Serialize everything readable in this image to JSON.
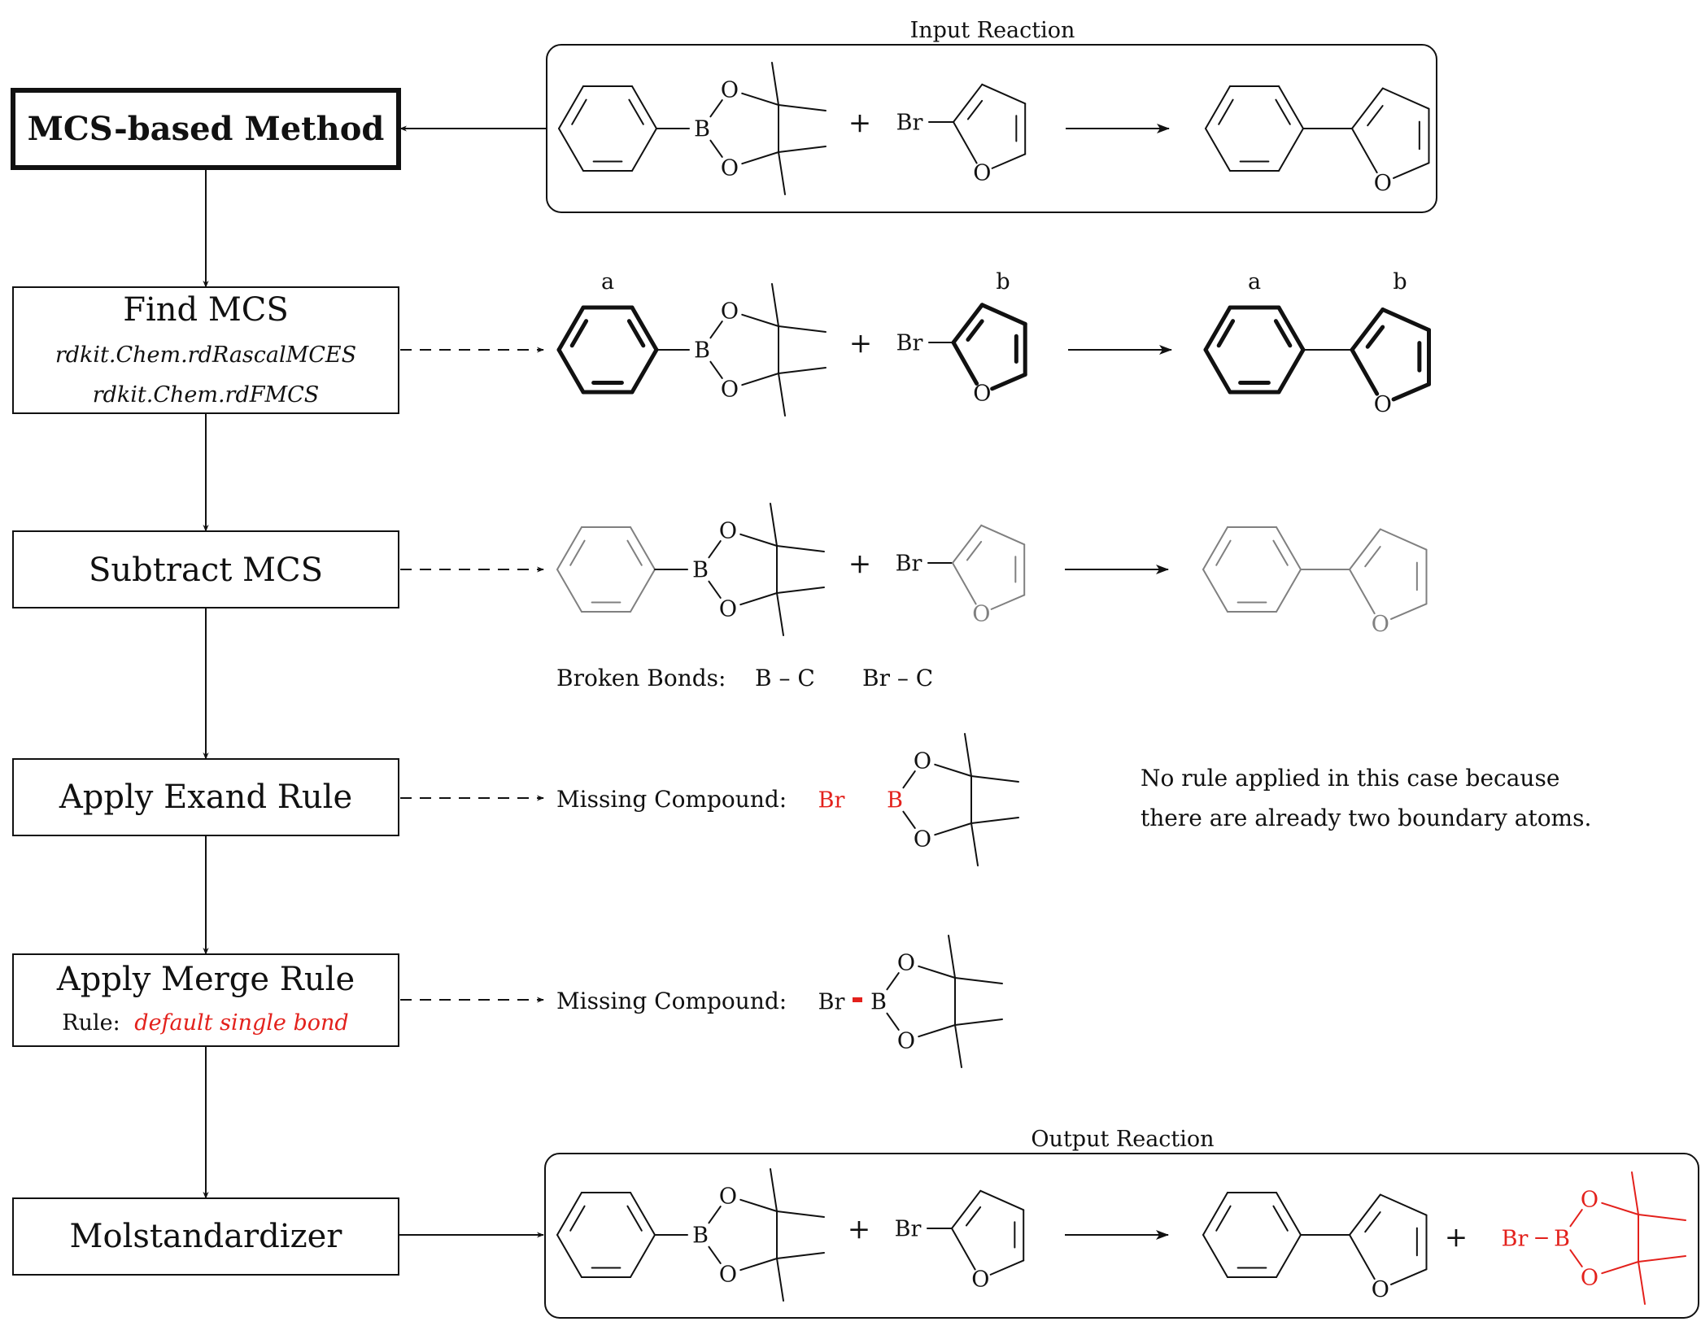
{
  "colors": {
    "ink": "#111111",
    "grey": "#808080",
    "red": "#e3211c"
  },
  "input_reaction": {
    "title": "Input Reaction"
  },
  "output_reaction": {
    "title": "Output Reaction"
  },
  "steps": {
    "method": "MCS-based Method",
    "find_mcs": {
      "title": "Find MCS",
      "line1": "rdkit.Chem.rdRascalMCES",
      "line2": "rdkit.Chem.rdFMCS"
    },
    "subtract": {
      "title": "Subtract MCS"
    },
    "expand": {
      "title": "Apply Exand Rule"
    },
    "merge": {
      "title": "Apply Merge Rule",
      "rule_label": "Rule:",
      "rule_value": "default single bond"
    },
    "molstd": {
      "title": "Molstandardizer"
    }
  },
  "atoms": {
    "O": "O",
    "B": "B",
    "Br": "Br"
  },
  "symbols": {
    "plus": "+"
  },
  "fragment_labels": {
    "a": "a",
    "b": "b"
  },
  "broken_bonds": {
    "label": "Broken Bonds:",
    "bond1": "B – C",
    "bond2": "Br – C"
  },
  "missing_compound_label": "Missing Compound:",
  "expand_note": {
    "line1": "No rule applied in this case because",
    "line2": "there are already two boundary atoms."
  }
}
